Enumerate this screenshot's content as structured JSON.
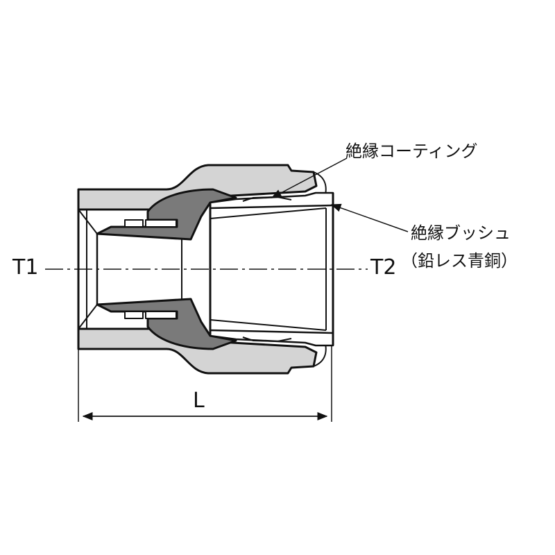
{
  "labels": {
    "t1": "T1",
    "t2": "T2",
    "length": "L",
    "insulating_coating": "絶縁コーティング",
    "insulating_bush": "絶縁ブッシュ",
    "bush_material": "（鉛レス青銅）"
  },
  "colors": {
    "light_fill": "#d4d4d4",
    "dark_fill": "#7a7a7a",
    "stroke": "#111111"
  }
}
